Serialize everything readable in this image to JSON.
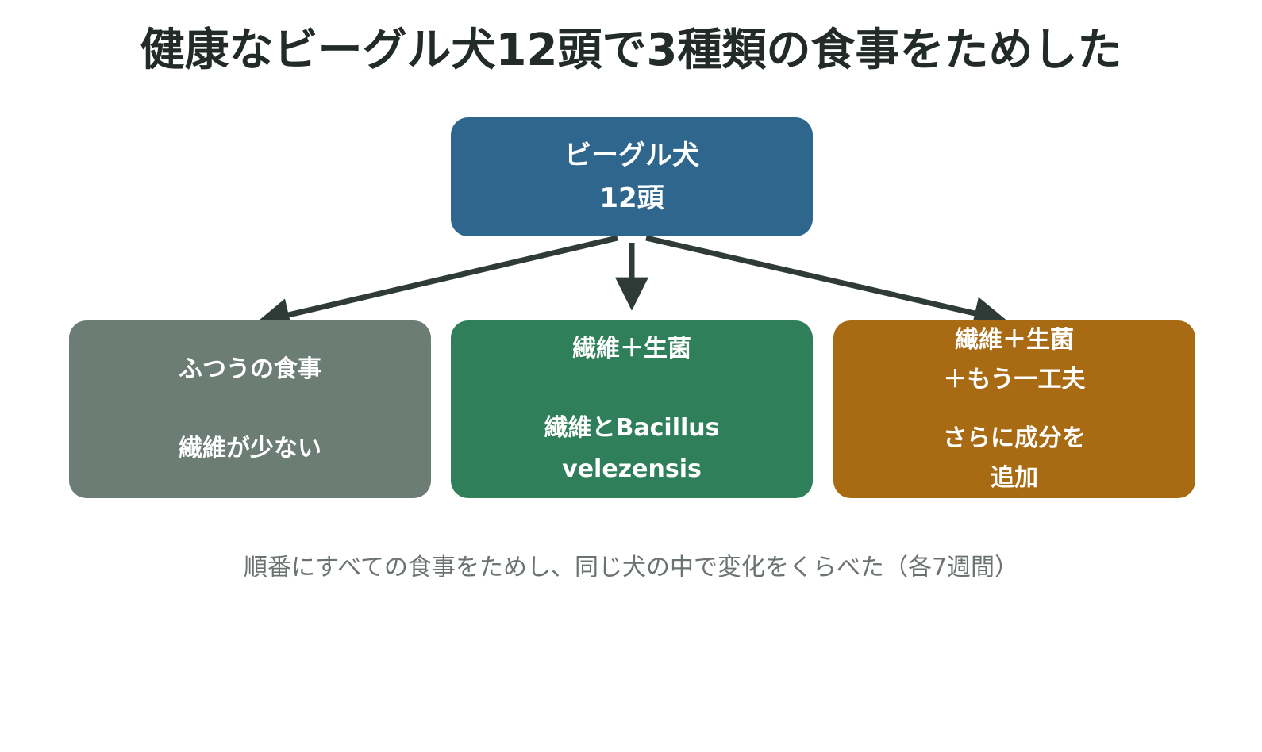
{
  "title": "健康なビーグル犬12頭で3種類の食事をためした",
  "root": {
    "line1": "ビーグル犬",
    "line2": "12頭",
    "color": "#2e668e"
  },
  "diets": [
    {
      "heading": [
        "ふつうの食事"
      ],
      "description": [
        "繊維が少ない"
      ],
      "color": "#6b7d74"
    },
    {
      "heading": [
        "繊維＋生菌"
      ],
      "description": [
        "繊維とBacillus",
        "velezensis"
      ],
      "color": "#2f7f5b"
    },
    {
      "heading": [
        "繊維＋生菌",
        "＋もう一工夫"
      ],
      "description": [
        "さらに成分を",
        "追加"
      ],
      "color": "#a86b14"
    }
  ],
  "caption": "順番にすべての食事をためし、同じ犬の中で変化をくらべた（各7週間）",
  "colors": {
    "title_text": "#232b29",
    "arrow": "#2f3b37",
    "caption_text": "#6b7370"
  }
}
